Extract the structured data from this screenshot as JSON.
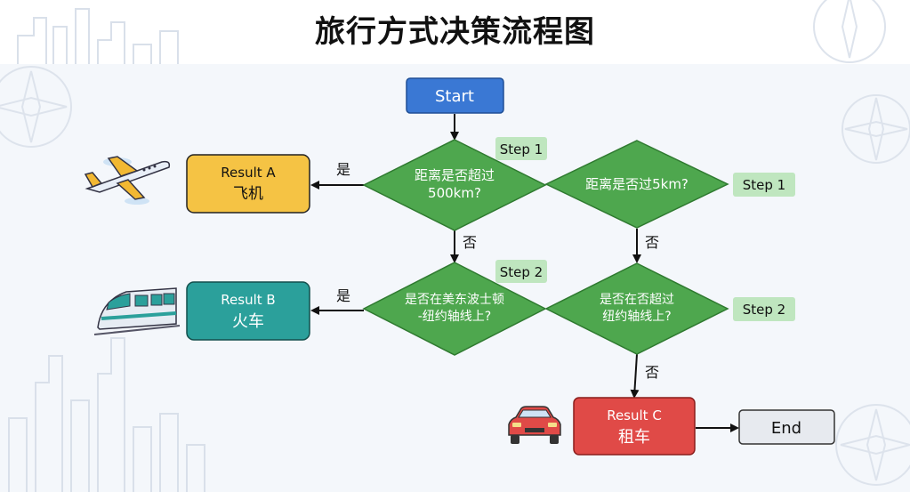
{
  "title": "旅行方式决策流程图",
  "colors": {
    "start": "#3a78d4",
    "diamond": "#4ea74e",
    "result_a": "#f5c344",
    "result_b": "#2ba09b",
    "result_c": "#e04a47",
    "end": "#e7eaef",
    "step_badge": "#bfe6bf"
  },
  "nodes": {
    "start": "Start",
    "q1": [
      "距离是否超过",
      "500km?"
    ],
    "q2": "距离是否过5km?",
    "q3": [
      "是否在美东波士顿",
      "-纽约轴线上?"
    ],
    "q4": [
      "是否在否超过",
      "纽约轴线上?"
    ],
    "result_a": {
      "label": "Result A",
      "mode": "飞机"
    },
    "result_b": {
      "label": "Result B",
      "mode": "火车"
    },
    "result_c": {
      "label": "Result C",
      "mode": "租车"
    },
    "end": "End"
  },
  "steps": {
    "step1_left": "Step 1",
    "step1_right": "Step 1",
    "step2_left": "Step 2",
    "step2_right": "Step 2"
  },
  "edges": {
    "yes_a": "是",
    "no_1": "否",
    "no_2": "否",
    "yes_b": "是",
    "no_3": "否"
  },
  "icons": [
    "airplane-icon",
    "train-icon",
    "car-icon",
    "compass-icon",
    "city-skyline"
  ]
}
